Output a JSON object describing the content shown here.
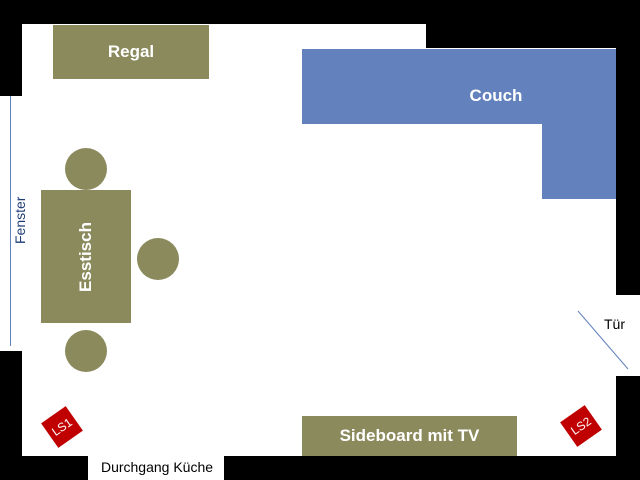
{
  "colors": {
    "wall": "#000000",
    "floor": "#ffffff",
    "furniture": "#8b8a5d",
    "couch": "#6281bd",
    "speaker": "#c00000",
    "window_line": "#6281bd"
  },
  "room": {
    "shelf_label": "Regal",
    "couch_label": "Couch",
    "table_label": "Esstisch",
    "sideboard_label": "Sideboard mit TV",
    "window_label": "Fenster",
    "door_label": "Tür",
    "kitchen_passage_label": "Durchgang Küche",
    "speaker_left_label": "LS1",
    "speaker_right_label": "LS2"
  }
}
